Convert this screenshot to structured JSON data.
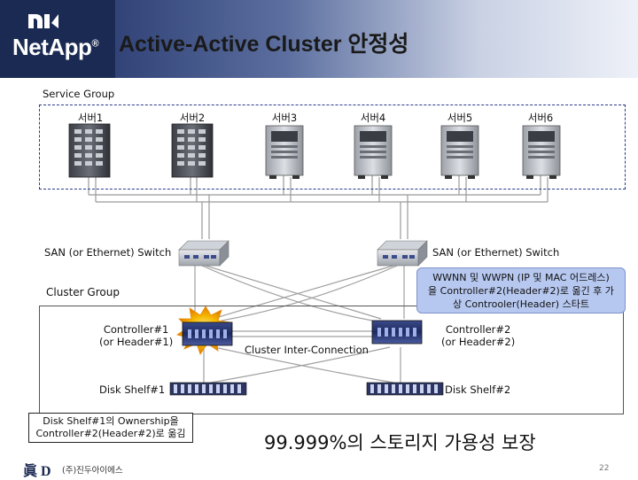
{
  "header": {
    "logo_text": "NetApp",
    "logo_reg": "®",
    "title": "Active-Active Cluster 안정성"
  },
  "service_group": {
    "label": "Service Group",
    "servers": [
      "서버1",
      "서버2",
      "서버3",
      "서버4",
      "서버5",
      "서버6"
    ]
  },
  "switches": {
    "left_label": "SAN (or Ethernet) Switch",
    "right_label": "SAN (or Ethernet) Switch"
  },
  "cluster_group": {
    "label": "Cluster Group",
    "controller1": [
      "Controller#1",
      "(or Header#1)"
    ],
    "controller2": [
      "Controller#2",
      "(or Header#2)"
    ],
    "interconnect": "Cluster Inter-Connection",
    "shelf1": "Disk Shelf#1",
    "shelf2": "Disk Shelf#2"
  },
  "notes": {
    "wwnn": [
      "WWNN 및 WWPN (IP 및 MAC 어드레스)",
      "을 Controller#2(Header#2)로 옮긴 후 가",
      "상 Controoler(Header) 스타트"
    ],
    "ownership": [
      "Disk Shelf#1의 Ownership을",
      "Controller#2(Header#2)로 옮김"
    ]
  },
  "availability": "99.999%의 스토리지 가용성 보장",
  "footer": {
    "logo": "眞 D",
    "corp": "(주)진두아이에스",
    "page": "22"
  },
  "colors": {
    "header_dark": "#1f2e56",
    "service_group_border": "#2a3a8a",
    "note_bg": "#b7c8f0",
    "failure_burst": "#f5b800"
  }
}
